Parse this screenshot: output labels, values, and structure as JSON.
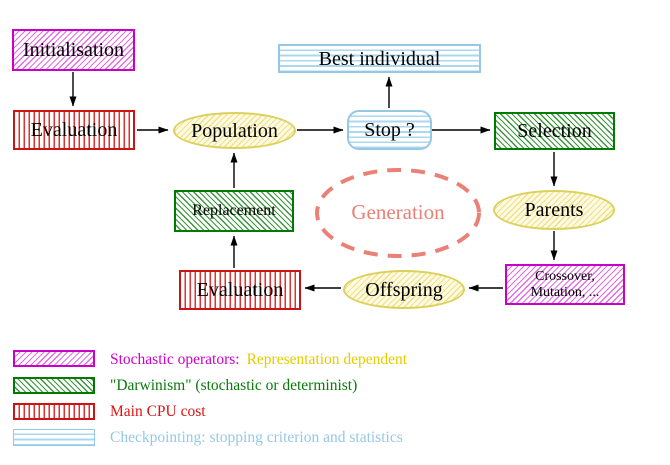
{
  "nodes": {
    "initialisation": "Initialisation",
    "evaluation_top": "Evaluation",
    "population": "Population",
    "stop": "Stop ?",
    "best_individual": "Best individual",
    "selection": "Selection",
    "parents": "Parents",
    "replacement": "Replacement",
    "generation": "Generation",
    "offspring": "Offspring",
    "evaluation_bottom": "Evaluation",
    "crossover": {
      "line1": "Crossover,",
      "line2": "Mutation, ..."
    }
  },
  "legend": {
    "stochastic_label": "Stochastic operators:",
    "stochastic_suffix": "Representation dependent",
    "darwinism": "\"Darwinism\" (stochastic or determinist)",
    "cpu": "Main CPU cost",
    "checkpointing": "Checkpointing: stopping criterion and statistics"
  },
  "colors": {
    "magenta": "#c800c8",
    "green": "#007a00",
    "red": "#cc1414",
    "yellow_node_border": "#dcd05a",
    "gold_text": "#e4cc00",
    "light_blue": "#96c8e6",
    "salmon": "#ea8076",
    "arrow_black": "#000000"
  }
}
